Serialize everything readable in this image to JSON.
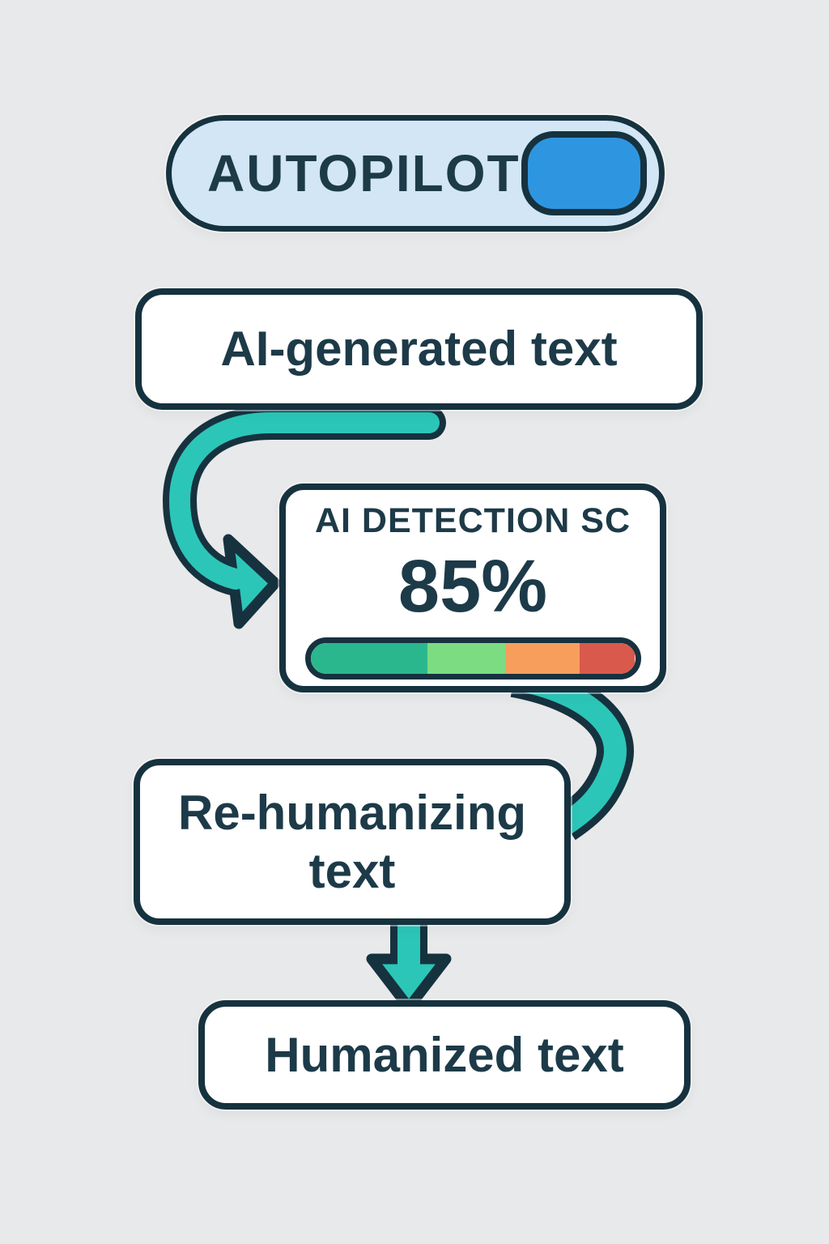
{
  "theme": {
    "background": "#e8e9ea",
    "outline_color": "#16323f",
    "text_color": "#1d3a48",
    "arrow_color": "#2cc6b8"
  },
  "autopilot": {
    "label": "AUTOPILOT",
    "state": "on",
    "pill_color": "#d2e6f5",
    "knob_color": "#2e96e0"
  },
  "flow": {
    "input_box": {
      "label": "AI-generated text"
    },
    "detection_box": {
      "title": "AI DETECTION SC",
      "score": "85%",
      "score_percent": 85,
      "bar_segments": [
        {
          "level": "teal",
          "color": "#2bb78d",
          "width_pct": 36
        },
        {
          "level": "light-green",
          "color": "#7cdc82",
          "width_pct": 24
        },
        {
          "level": "orange",
          "color": "#f89e5d",
          "width_pct": 23
        },
        {
          "level": "red",
          "color": "#d9594d",
          "width_pct": 17
        }
      ]
    },
    "process_box": {
      "label": "Re-humanizing text"
    },
    "output_box": {
      "label": "Humanized text"
    }
  }
}
